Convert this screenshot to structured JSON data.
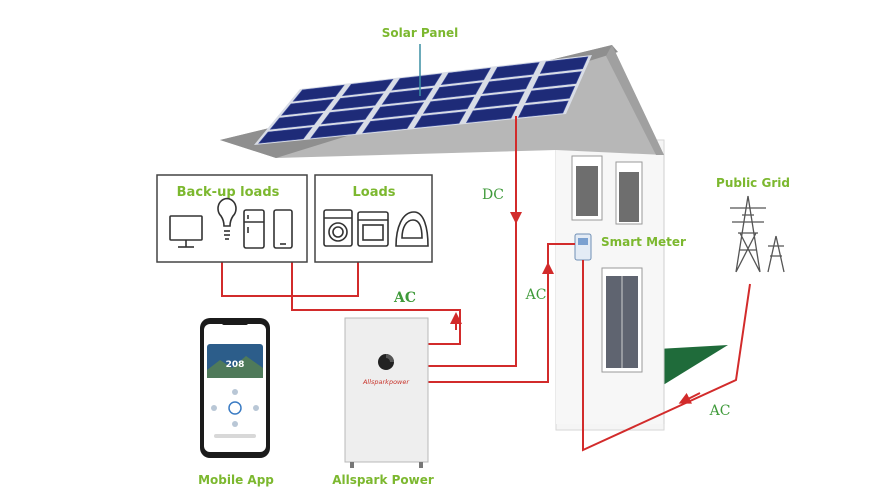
{
  "labels": {
    "solar_panel": "Solar Panel",
    "backup_loads": "Back-up loads",
    "loads": "Loads",
    "smart_meter": "Smart Meter",
    "public_grid": "Public Grid",
    "mobile_app": "Mobile App",
    "allspark_power": "Allspark Power",
    "dc": "DC",
    "ac_loads": "AC",
    "ac_meter": "AC",
    "ac_grid": "AC",
    "inverter_brand": "Allsparkpower",
    "phone_reading": "208"
  },
  "colors": {
    "wire": "#d22b2b",
    "label_green": "#7cb82f",
    "flow_green": "#3f9a3a",
    "panel_blue": "#1e2b78",
    "lawn": "#1f6b3a"
  },
  "icons": {
    "backup_loads": [
      "monitor-icon",
      "light-bulb-icon",
      "refrigerator-icon",
      "phone-icon"
    ],
    "loads": [
      "washing-machine-icon",
      "oven-icon",
      "iron-icon"
    ]
  }
}
